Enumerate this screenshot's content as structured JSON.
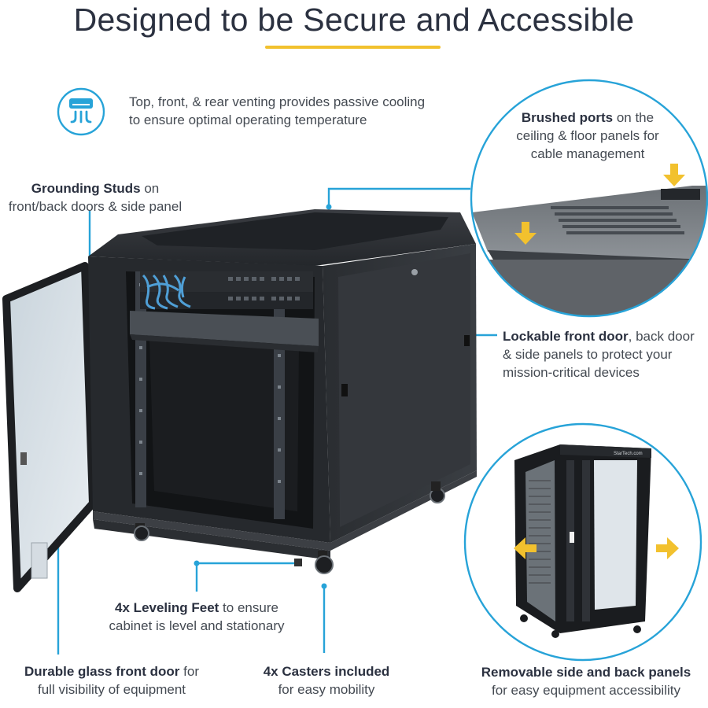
{
  "page": {
    "title": "Designed to be Secure and Accessible"
  },
  "colors": {
    "accent_blue": "#27a3d8",
    "accent_yellow": "#f2c12e",
    "cabinet": "#2c2f33",
    "heading": "#2b3140"
  },
  "features": {
    "venting": {
      "icon": "air-vent-icon",
      "line1": "Top, front, & rear venting provides passive cooling",
      "line2": "to ensure optimal operating temperature"
    },
    "brushed_ports": {
      "bold": "Brushed ports",
      "rest1": " on the",
      "line2": "ceiling & floor panels for",
      "line3": "cable management"
    },
    "grounding": {
      "bold": "Grounding Studs",
      "rest1": " on",
      "line2": "front/back doors & side panel"
    },
    "lockable": {
      "bold": "Lockable front door",
      "rest1": ", back door",
      "line2": "& side panels to protect your",
      "line3": "mission-critical devices"
    },
    "leveling": {
      "bold": "4x Leveling Feet",
      "rest1": " to ensure",
      "line2": "cabinet is level and stationary"
    },
    "glass_door": {
      "bold": "Durable glass front door",
      "rest1": " for",
      "line2": "full visibility of equipment"
    },
    "casters": {
      "bold": "4x Casters included",
      "line2": "for easy mobility"
    },
    "removable": {
      "bold": "Removable side and back panels",
      "line2": "for easy equipment accessibility"
    }
  },
  "inset_rack_brand": "StarTech.com"
}
